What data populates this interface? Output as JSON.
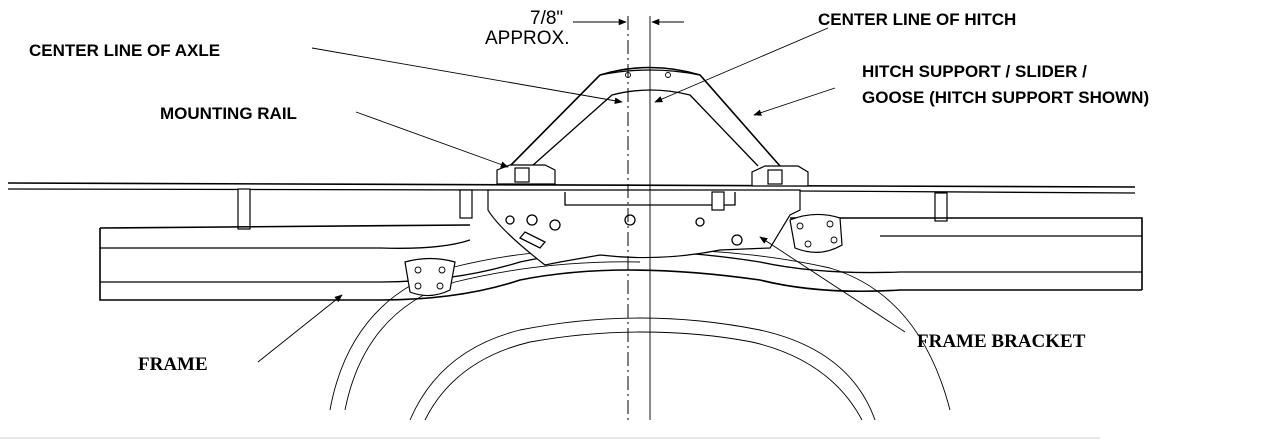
{
  "labels": {
    "dimension": "7/8\"",
    "approx": "APPROX.",
    "center_line_axle": "CENTER LINE OF AXLE",
    "center_line_hitch": "CENTER LINE OF HITCH",
    "mounting_rail": "MOUNTING RAIL",
    "hitch_support_line1": "HITCH SUPPORT / SLIDER /",
    "hitch_support_line2": "GOOSE (HITCH SUPPORT SHOWN)",
    "frame": "FRAME",
    "frame_bracket": "FRAME BRACKET"
  }
}
